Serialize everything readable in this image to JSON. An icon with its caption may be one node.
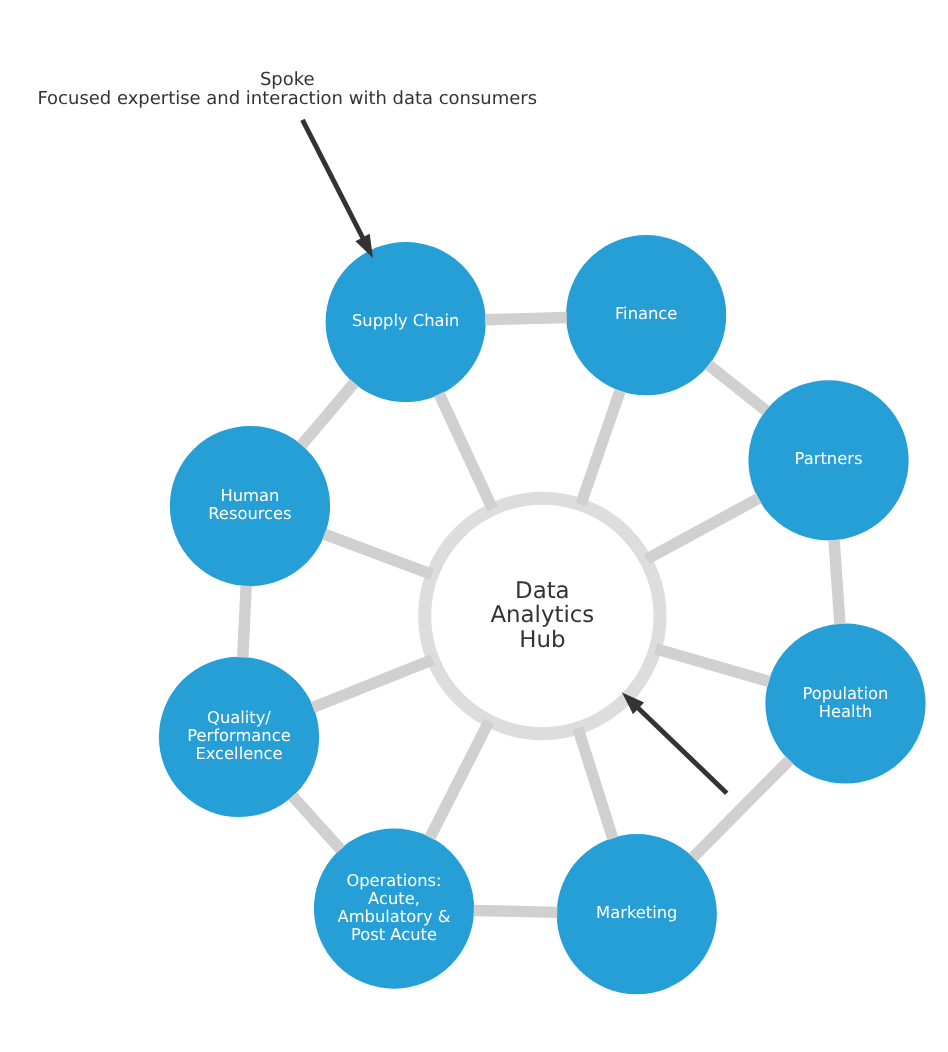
{
  "diagram": {
    "nodes": [
      {
        "text": [
          "Spoke",
          "Focused expertise and interaction with data consumers"
        ]
      },
      {
        "text": [
          "Supply Chain"
        ]
      },
      {
        "text": [
          "Finance"
        ]
      },
      {
        "text": [
          "Human Resources"
        ]
      },
      {
        "text": [
          "Partners"
        ]
      },
      {
        "text": [
          "Data Analytics Hub"
        ]
      },
      {
        "text": [
          "Quality/ Performance Excellence"
        ]
      },
      {
        "text": [
          "Population Health"
        ]
      },
      {
        "text": [
          "Operations: Acute, Ambulatory & Post Acute"
        ]
      },
      {
        "text": [
          "Marketing"
        ]
      }
    ],
    "edges": [
      {
        "from": 5,
        "to": 1,
        "arrow": "none"
      },
      {
        "from": 5,
        "to": 2,
        "arrow": "none"
      },
      {
        "from": 5,
        "to": 4,
        "arrow": "none"
      },
      {
        "from": 5,
        "to": 7,
        "arrow": "none"
      },
      {
        "from": 5,
        "to": 9,
        "arrow": "none"
      },
      {
        "from": 5,
        "to": 8,
        "arrow": "none"
      },
      {
        "from": 5,
        "to": 6,
        "arrow": "none"
      },
      {
        "from": 5,
        "to": 3,
        "arrow": "none"
      },
      {
        "from": 1,
        "to": 2,
        "arrow": "none"
      },
      {
        "from": 2,
        "to": 4,
        "arrow": "none"
      },
      {
        "from": 4,
        "to": 7,
        "arrow": "none"
      },
      {
        "from": 7,
        "to": 9,
        "arrow": "none"
      },
      {
        "from": 9,
        "to": 8,
        "arrow": "none"
      },
      {
        "from": 8,
        "to": 6,
        "arrow": "none"
      },
      {
        "from": 6,
        "to": 3,
        "arrow": "none"
      },
      {
        "from": 3,
        "to": 1,
        "arrow": "none"
      },
      {
        "from": 0,
        "to": 1,
        "arrow": "to",
        "color": "#333333"
      },
      {
        "from": null,
        "to": 5,
        "arrow": "to",
        "color": "#333333"
      }
    ]
  }
}
